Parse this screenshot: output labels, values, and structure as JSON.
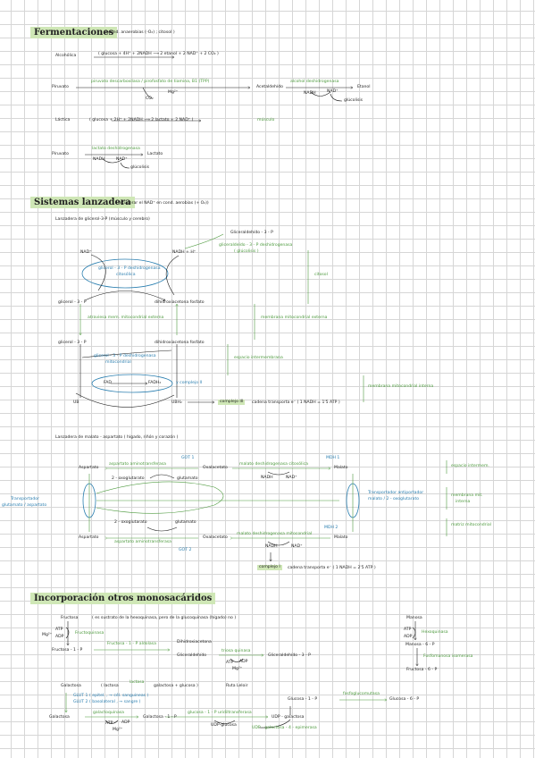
{
  "sec1": {
    "title": "Fermentaciones",
    "note": "( cond. anaerobias (-O₂) ; citosol )",
    "alc_label": "Alcohólica",
    "alc_eq": "( glucosa + 4H⁺ + 2NADH ⟶ 2 etanol + 2 NAD⁺ + 2 CO₂ )",
    "piruvato1": "Piruvato",
    "pdc": "piruvato descarboxilasa / pirofosfato de tiamina, B1 (TPP)",
    "co2": "CO₂",
    "mg": "Mg²⁺",
    "acetaldehido": "Acetaldehído",
    "adh": "alcohol deshidrogenasa",
    "nadh1": "NADH",
    "nad1": "NAD⁺",
    "etanol": "Etanol",
    "glucolisis1": "glúcolisis",
    "lac_label": "Láctica",
    "lac_eq": "( glucosa + 2H⁺ + 2NADH ⟶ 2 lactato + 2 NAD⁺ )",
    "lac_musc": "músculo",
    "piruvato2": "Piruvato",
    "ldh": "lactato deshidrogenasa",
    "lactato": "Lactato",
    "nadh2": "NADH",
    "nad2": "NAD⁺",
    "glucolisis2": "glúcolisis"
  },
  "sec2": {
    "title": "Sistemas lanzadera",
    "note": "(recuperar el NAD⁺ en cond. aerobias (+ O₂))",
    "g3p_label": "Lanzadera de glicerol-3-P (músculo y cerebro)",
    "gliceraldehido": "Gliceraldehído - 3 - P",
    "g3pdh_enz": "gliceraldeído - 3 - P deshidrogenasa",
    "g3pdh_enz2": "( glúcolisis )",
    "nad_top": "NAD⁺",
    "nadh_top": "NADH + H⁺",
    "cyt_enz1": "glicerol - 3 - P deshidrogenasa",
    "cyt_enz2": "citosólica",
    "citosol": "citosol",
    "glicerol1": "glicerol - 3 - P",
    "dhap1": "dihidroxiacetona  fosfato",
    "memb_ext": "atraviesa mem. mitocondrial externa",
    "memb_ext_r": "membrana mitocondrial externa",
    "glicerol2": "glicerol - 3 - P",
    "dhap2": "dihidroxiacetona  fosfato",
    "mit_enz1": "glicerol - 3 - P deshidrogenasa",
    "mit_enz2": "mitocondrial",
    "intermembrana": "espacio intermembrana",
    "fad": "FAD",
    "fadh2": "FADH₂",
    "complejo2": "y complejo II",
    "mem_int": "membrana mitocondrial interna",
    "ub": "UB",
    "ubh2": "UBH₂",
    "complejo3": "complejo III",
    "cadena1": "cadena transporta e⁻  ( 1 NADH = 1'5 ATP )",
    "mal_label": "Lanzadera de malato - aspartato ( hígado, riñón y corazón )",
    "got1": "GOT 1",
    "mdh1": "MDH 1",
    "aspartato1": "Aspartato",
    "aat1": "aspartato aminotransferasa",
    "oxal1": "Oxalacetato",
    "mdh_cyt": "malato deshidrogenasa citosólica",
    "malato1": "Malato",
    "esp_inter": "espacio intermem.",
    "oxog1": "2 - oxoglutarato",
    "glut1": "glutamato",
    "nadh_m1": "NADH",
    "nad_m1": "NAD⁺",
    "transp_l1": "Transportador",
    "transp_l2": "glutamato / aspartato",
    "transp_r1": "Transportador  antiportador",
    "transp_r2": "malato / 2 - oxoglutarato",
    "mem_int2a": "membrana mit.",
    "mem_int2b": "interna",
    "matriz": "matriz mitocondrial",
    "mdh2": "MDH 2",
    "oxog2": "2 - oxoglutarato",
    "glut2": "glutamato",
    "aspartato2": "Aspartato",
    "oxal2": "Oxalacetato",
    "mdh_mit": "malato deshidrogenasa mitocondrial",
    "malato2": "Malato",
    "aat2": "aspartato aminotransferasa",
    "got2": "GOT 2",
    "nadh_m2": "NADH",
    "nad_m2": "NAD⁺",
    "complejo1": "complejo I",
    "cadena2": "cadena transporta e⁻  ( 1 NADH = 2'5 ATP )"
  },
  "sec3": {
    "title": "Incorporación otros monosacáridos",
    "fructosa_label": "Fructosa",
    "fructosa_note": "( es sustrato de la hexoquinasa, pero de la glucoquinasa (hígado) no )",
    "atp1": "ATP",
    "adp1": "ADP",
    "mg1": "Mg²⁺",
    "fructoquinasa": "Fructoquinasa",
    "fructosa1p": "Fructosa - 1 - P",
    "aldolasa": "Fructosa - 1 - P  aldolasa",
    "dhap": "Dihidroxiacetona",
    "gliceraldehido_b": "Gliceraldehído",
    "trioq": "triosa quinasa",
    "atp2": "ATP",
    "adp2": "ADP",
    "mg2": "Mg²⁺",
    "gliceraldehido3p": "Gliceraldehído - 3 - P",
    "manosa_label": "Manosa",
    "atp3": "ATP",
    "adp3": "ADP",
    "hexoq": "Hexoquinasa",
    "manosa6p": "Manosa - 6 - P",
    "fosfomanosa": "Fosfomanosa isomerasa",
    "fructosa6p": "Fructosa - 6 - P",
    "galactosa_label": "Galactosa",
    "galactosa_note": "( lactosa",
    "lactasa": "lactasa",
    "galactosa_note2": "galactosa + glucosa )",
    "ruta": "Ruta  Leloir",
    "glut1": "GLUT 1",
    "glut1_note": "( epitel. , → cél. sanguineas )",
    "glut2": "GLUT 2",
    "glut2_note": "( basolateral , → sangre )",
    "galactosa2": "Galactosa",
    "galactoq": "galactoquinasa",
    "atp4": "ATP",
    "adp4": "ADP",
    "mg4": "Mg²⁺",
    "galactosa1p": "Galactosa - 1 - P",
    "uridil": "glucosa - 1 - P uridiltransferasa",
    "udpglucosa": "UDP-glucosa",
    "glucosa1p": "Glucosa - 1 - P",
    "fosfoglucomutasa": "fosfoglucomutasa",
    "glucosa6p": "Glucosa - 6 - P",
    "udpgal": "UDP - galactosa",
    "epimerasa": "UDP - galactosa - 4 - epimerasa"
  }
}
